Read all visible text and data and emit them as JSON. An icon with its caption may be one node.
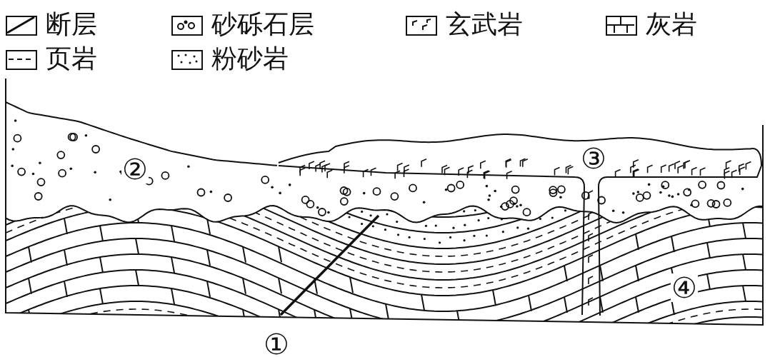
{
  "diagram": {
    "labels": [
      "①",
      "②",
      "③",
      "④"
    ],
    "legend": [
      {
        "text": "断层"
      },
      {
        "text": "砂砾石层"
      },
      {
        "text": "玄武岩"
      },
      {
        "text": "灰岩"
      },
      {
        "text": "页岩"
      },
      {
        "text": "粉砂岩"
      }
    ]
  }
}
